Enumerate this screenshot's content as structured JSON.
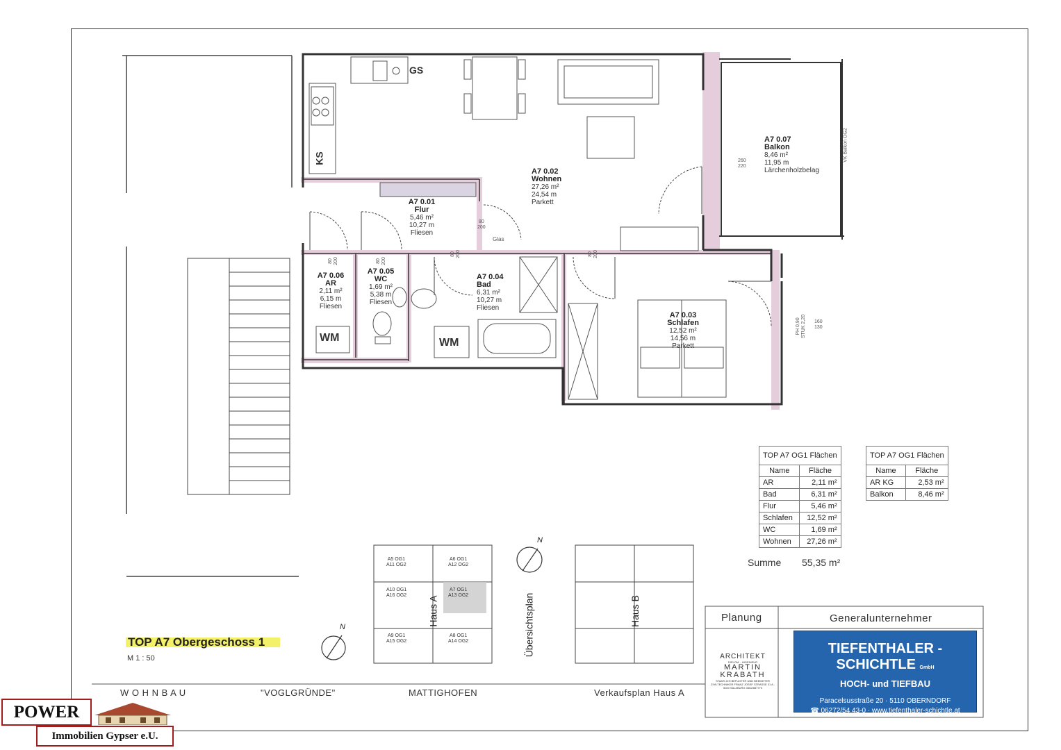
{
  "rooms": [
    {
      "id": "A7 0.01",
      "name": "Flur",
      "area": "5,46 m²",
      "perimeter": "10,27 m",
      "floor": "Fliesen"
    },
    {
      "id": "A7 0.02",
      "name": "Wohnen",
      "area": "27,26 m²",
      "perimeter": "24,54 m",
      "floor": "Parkett"
    },
    {
      "id": "A7 0.03",
      "name": "Schlafen",
      "area": "12,52 m²",
      "perimeter": "14,56 m",
      "floor": "Parkett"
    },
    {
      "id": "A7 0.04",
      "name": "Bad",
      "area": "6,31 m²",
      "perimeter": "10,27 m",
      "floor": "Fliesen"
    },
    {
      "id": "A7 0.05",
      "name": "WC",
      "area": "1,69 m²",
      "perimeter": "5,38 m",
      "floor": "Fliesen"
    },
    {
      "id": "A7 0.06",
      "name": "AR",
      "area": "2,11 m²",
      "perimeter": "6,15 m",
      "floor": "Fliesen"
    },
    {
      "id": "A7 0.07",
      "name": "Balkon",
      "area": "8,46 m²",
      "perimeter": "11,95 m",
      "floor": "Lärchenholzbelag"
    }
  ],
  "fixtures": {
    "gs": "GS",
    "ks": "KS",
    "wm1": "WM",
    "wm2": "WM",
    "glas": "Glas",
    "balkon_vk": "VK Balkon OG2"
  },
  "dims": {
    "door_flur": "80\n200",
    "door_ar": "80\n200",
    "door_wc": "80\n200",
    "door_bad": "80\n200",
    "door_schlafen": "80\n200",
    "balkon_door": "260\n220",
    "window_schlafen": "160\n130",
    "window_note": "PH 0,90\nSTUK 2,20"
  },
  "table_main": {
    "caption": "TOP A7 OG1 Flächen",
    "header": [
      "Name",
      "Fläche"
    ],
    "rows": [
      [
        "AR",
        "2,11 m²"
      ],
      [
        "Bad",
        "6,31 m²"
      ],
      [
        "Flur",
        "5,46 m²"
      ],
      [
        "Schlafen",
        "12,52 m²"
      ],
      [
        "WC",
        "1,69 m²"
      ],
      [
        "Wohnen",
        "27,26 m²"
      ]
    ],
    "sum_label": "Summe",
    "sum_value": "55,35 m²"
  },
  "table_extra": {
    "caption": "TOP A7 OG1 Flächen",
    "header": [
      "Name",
      "Fläche"
    ],
    "rows": [
      [
        "AR KG",
        "2,53 m²"
      ],
      [
        "Balkon",
        "8,46 m²"
      ]
    ]
  },
  "overview": {
    "label": "Übersichtsplan",
    "haus_a": "Haus A",
    "haus_b": "Haus B",
    "north": "N",
    "units": [
      {
        "l1": "A5  OG1",
        "l2": "A11 OG2"
      },
      {
        "l1": "A6  OG1",
        "l2": "A12 OG2"
      },
      {
        "l1": "A10 OG1",
        "l2": "A16 OG2"
      },
      {
        "l1": "A7  OG1",
        "l2": "A13 OG2"
      },
      {
        "l1": "A9  OG1",
        "l2": "A15 OG2"
      },
      {
        "l1": "A8  OG1",
        "l2": "A14 OG2"
      }
    ]
  },
  "title": {
    "plan_title": "TOP A7 Obergeschoss 1",
    "scale": "M 1 : 50",
    "north": "N"
  },
  "title_block": {
    "wohnbau": "W O H N B A U",
    "project": "\"VOGLGRÜNDE\"",
    "location": "MATTIGHOFEN",
    "plan_type": "Verkaufsplan Haus A",
    "planung": "Planung",
    "gu": "Generalunternehmer"
  },
  "architect": {
    "l1": "ARCHITEKT",
    "l2": "DIPLOM. - INGENIEUR",
    "l3": "MARTIN",
    "l4": "KRABATH",
    "l5": "STAATLICH BEFUGTER UND BEEIDETER ZIVILTECHNIKER FRANZ JOSEF STRASSE 31 A - 5020 SALZBURG 0662/887770"
  },
  "contractor": {
    "name": "TIEFENTHALER - SCHICHTLE",
    "suffix": "GmbH",
    "sub": "HOCH- und TIEFBAU",
    "address": "Paracelsusstraße 20 · 5110 OBERNDORF",
    "tel": "☎ 06272/54 43-0 · www.tiefenthaler-schichtle.at"
  },
  "logo": {
    "power": "POWER",
    "sub": "Immobilien Gypser e.U."
  },
  "colors": {
    "wall": "#333333",
    "wall_pink": "#d9b6cf",
    "door_swing": "#444444",
    "highlight": "#f3f06a",
    "contractor_blue": "#2565ae",
    "logo_red": "#a31c1c",
    "overview_gray": "#cccccc"
  }
}
